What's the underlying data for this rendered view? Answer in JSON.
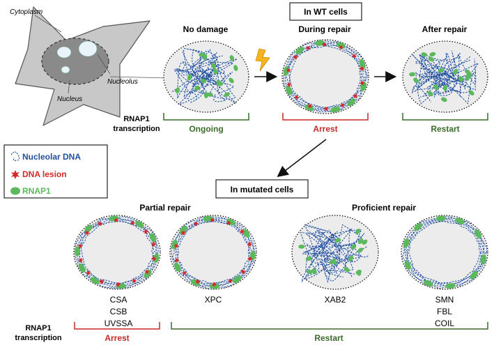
{
  "cell_labels": {
    "cytoplasm": "Cytoplasm",
    "nucleus": "Nucleus",
    "nucleolus": "Nucleolus"
  },
  "wt_box": "In WT cells",
  "mut_box": "In mutated cells",
  "stages": {
    "no_damage": "No damage",
    "during_repair": "During repair",
    "after_repair": "After repair"
  },
  "rnap1_label_line1": "RNAP1",
  "rnap1_label_line2": "transcription",
  "wt_status": {
    "ongoing": "Ongoing",
    "arrest": "Arrest",
    "restart": "Restart"
  },
  "legend": {
    "nucleolar_dna": "Nucleolar DNA",
    "dna_lesion": "DNA lesion",
    "rnap1": "RNAP1"
  },
  "mut_groups": {
    "partial": "Partial repair",
    "proficient": "Proficient repair"
  },
  "genes": {
    "csa": "CSA",
    "csb": "CSB",
    "uvssa": "UVSSA",
    "xpc": "XPC",
    "xab2": "XAB2",
    "smn": "SMN",
    "fbl": "FBL",
    "coil": "COIL"
  },
  "mut_status": {
    "arrest": "Arrest",
    "restart": "Restart"
  },
  "colors": {
    "dna_blue": "#1f4e9e",
    "lesion_red": "#d62728",
    "rnap1_green": "#5cb85c",
    "status_green": "#3a6b2a",
    "status_red": "#c62828",
    "nucleolus_fill": "#ececec"
  }
}
